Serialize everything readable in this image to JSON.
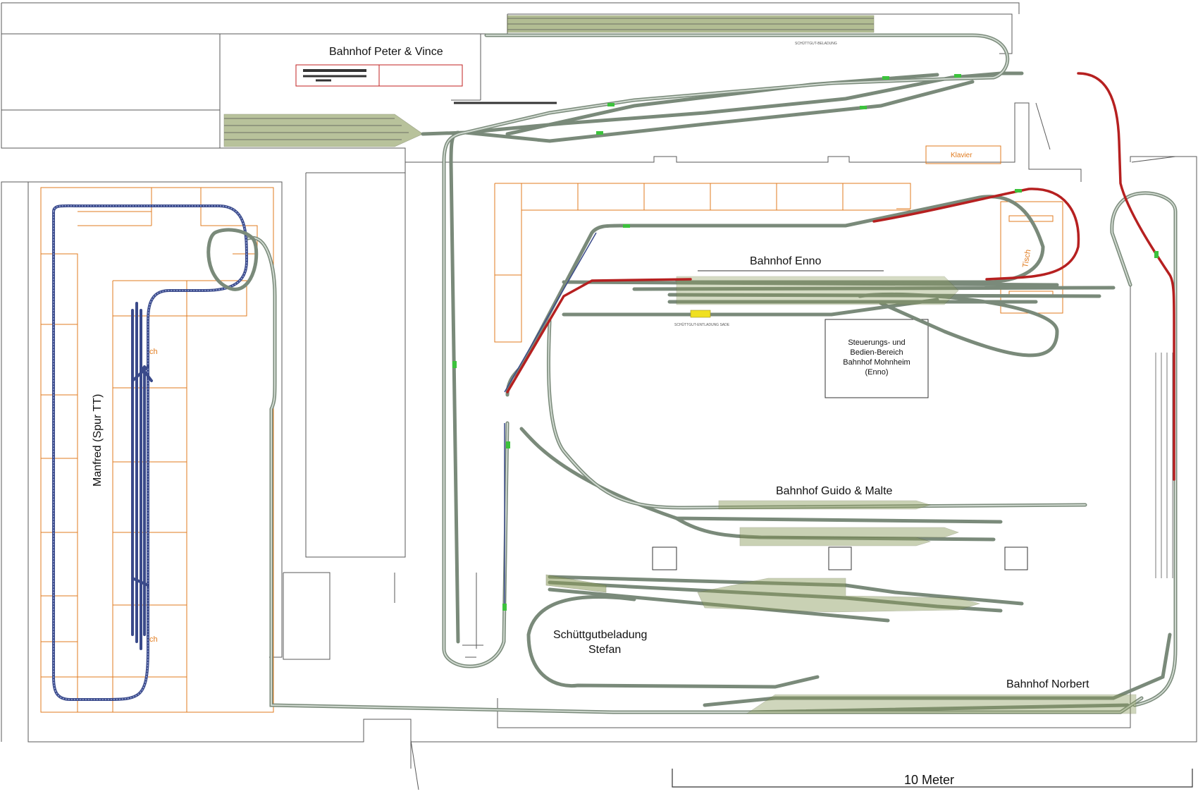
{
  "labels": {
    "peter_vince": "Bahnhof Peter & Vince",
    "enno": "Bahnhof Enno",
    "guido_malte": "Bahnhof Guido & Malte",
    "norbert": "Bahnhof Norbert",
    "manfred": "Manfred (Spur TT)",
    "schuettgut_line1": "Schüttgutbeladung",
    "schuettgut_line2": "Stefan",
    "klavier": "Klavier",
    "control_line1": "Steuerungs- und",
    "control_line2": "Bedien-Bereich",
    "control_line3": "Bahnhof Mohnheim",
    "control_line4": "(Enno)",
    "scale": "10 Meter",
    "schuettgut_beladung_small": "SCHÜTTGUT-BELADUNG",
    "schuettgut_entladung_small": "SCHÜTTGUT-ENTLADUNG SADE",
    "tisch": "Tisch",
    "ch": "ch"
  },
  "colors": {
    "wall": "#5a5a5a",
    "room_outline": "#e07b1f",
    "track": "#7a8a7a",
    "tt_track": "#3a4a8a",
    "red_track": "#b62020",
    "green_marker": "#3cc23c",
    "yellow_marker": "#f0e020"
  }
}
